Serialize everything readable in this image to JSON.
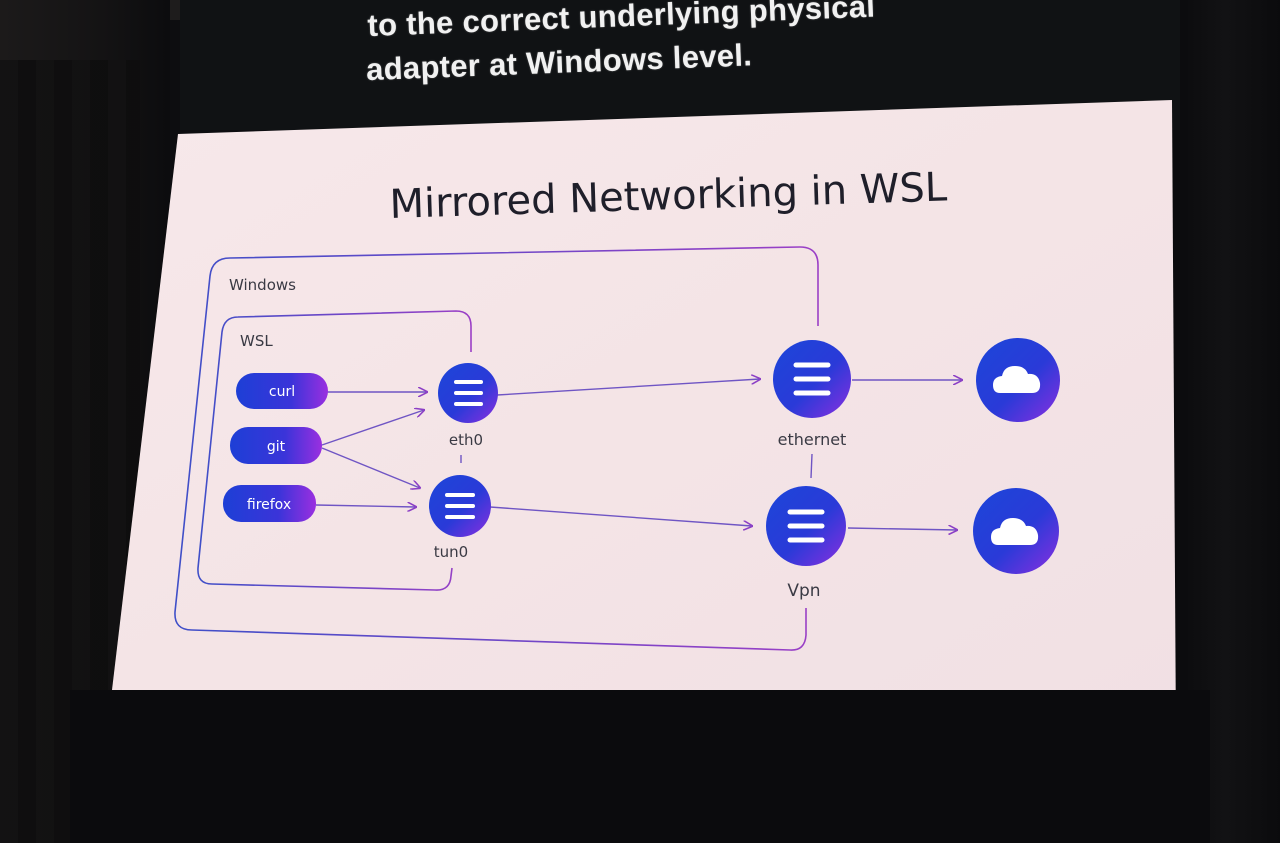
{
  "caption": {
    "line1": "to the correct underlying physical",
    "line2": "adapter at Windows level."
  },
  "slide": {
    "title": "Mirrored Networking in WSL",
    "windows_label": "Windows",
    "wsl_label": "WSL",
    "apps": [
      {
        "label": "curl"
      },
      {
        "label": "git"
      },
      {
        "label": "firefox"
      }
    ],
    "wsl_adapters": [
      {
        "label": "eth0",
        "icon": "menu-lines-icon"
      },
      {
        "label": "tun0",
        "icon": "menu-lines-icon"
      }
    ],
    "windows_adapters": [
      {
        "label": "ethernet",
        "icon": "menu-lines-icon"
      },
      {
        "label": "Vpn",
        "icon": "menu-lines-icon"
      }
    ],
    "clouds": [
      {
        "icon": "cloud-icon"
      },
      {
        "icon": "cloud-icon"
      }
    ]
  },
  "colors": {
    "slide_background": "#f6e7ea",
    "accent_blue": "#1f3fd8",
    "accent_purple": "#8a2be2",
    "connector": "#6f4fc0",
    "box_outline_blue": "#4a5bbf",
    "box_outline_purple": "#9b3fc6"
  }
}
